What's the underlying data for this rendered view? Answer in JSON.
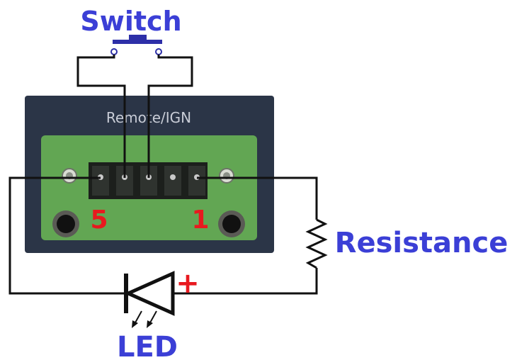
{
  "labels": {
    "switch": "Switch",
    "panel": "Remote/IGN",
    "pin_left": "5",
    "pin_right": "1",
    "resistance": "Resistance",
    "led": "LED",
    "plus": "+"
  },
  "colors": {
    "label_blue": "#3b3fd6",
    "label_red": "#e8191f",
    "panel_bg": "#2b3547",
    "terminal_green": "#62a653",
    "wire": "#111111"
  }
}
